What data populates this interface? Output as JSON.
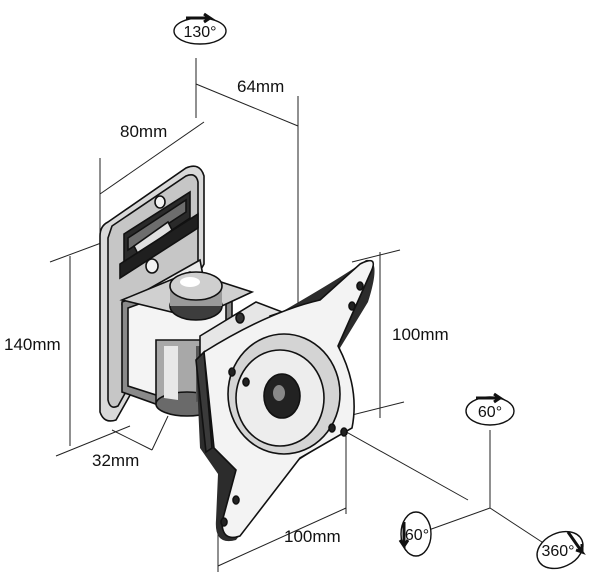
{
  "dimensions": {
    "top_depth": "64mm",
    "bracket_width": "80mm",
    "height": "140mm",
    "wall_offset": "32mm",
    "vesa_vertical": "100mm",
    "vesa_horizontal": "100mm"
  },
  "rotations": {
    "swivel": "130°",
    "tilt": "60°",
    "side_tilt": "60°",
    "rotate": "360°"
  }
}
